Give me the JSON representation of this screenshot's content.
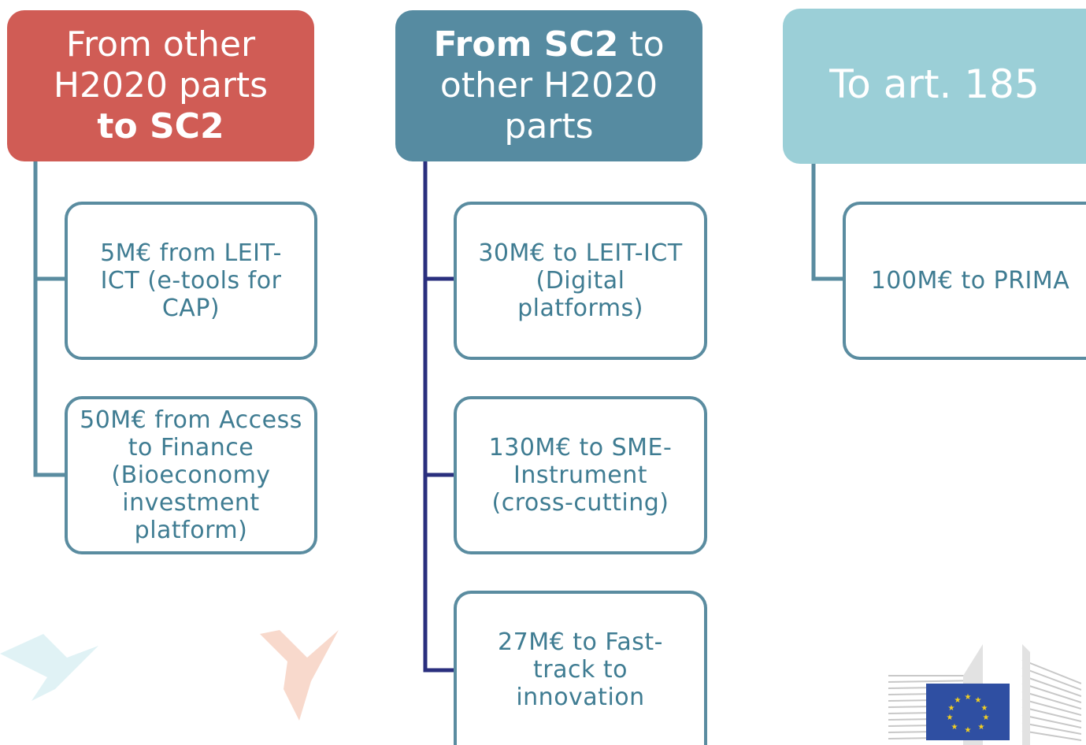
{
  "columns": [
    {
      "header_lines": [
        [
          {
            "text": "From other",
            "bold": false
          }
        ],
        [
          {
            "text": "H2020 parts",
            "bold": false
          }
        ],
        [
          {
            "text": "to SC2",
            "bold": true
          }
        ]
      ],
      "items": [
        [
          "5M€ from LEIT-",
          "ICT (e-tools for",
          "CAP)"
        ],
        [
          "50M€ from Access",
          "to Finance",
          "(Bioeconomy",
          "investment",
          "platform)"
        ]
      ]
    },
    {
      "header_lines": [
        [
          {
            "text": "From SC2",
            "bold": true
          },
          {
            "text": " to",
            "bold": false
          }
        ],
        [
          {
            "text": "other H2020",
            "bold": false
          }
        ],
        [
          {
            "text": "parts",
            "bold": false
          }
        ]
      ],
      "items": [
        [
          "30M€ to LEIT-ICT",
          "(Digital",
          "platforms)"
        ],
        [
          "130M€ to SME-",
          "Instrument",
          "(cross-cutting)"
        ],
        [
          "27M€ to Fast-",
          "track to",
          "innovation"
        ]
      ]
    },
    {
      "header_lines": [
        [
          {
            "text": "To art. 185",
            "bold": false
          }
        ]
      ],
      "items": [
        [
          "100M€ to PRIMA"
        ]
      ]
    }
  ],
  "colors": {
    "col1_header": "#d05c55",
    "col2_header": "#568ba1",
    "col3_header": "#9bcfd7",
    "box_border": "#5a8ca0",
    "box_text": "#3f7c92",
    "connector_col1": "#5a8ca0",
    "connector_col2": "#2a2f7e",
    "connector_col3": "#5a8ca0"
  },
  "icons": [
    "bird-decoration-icon",
    "eu-commission-logo"
  ]
}
